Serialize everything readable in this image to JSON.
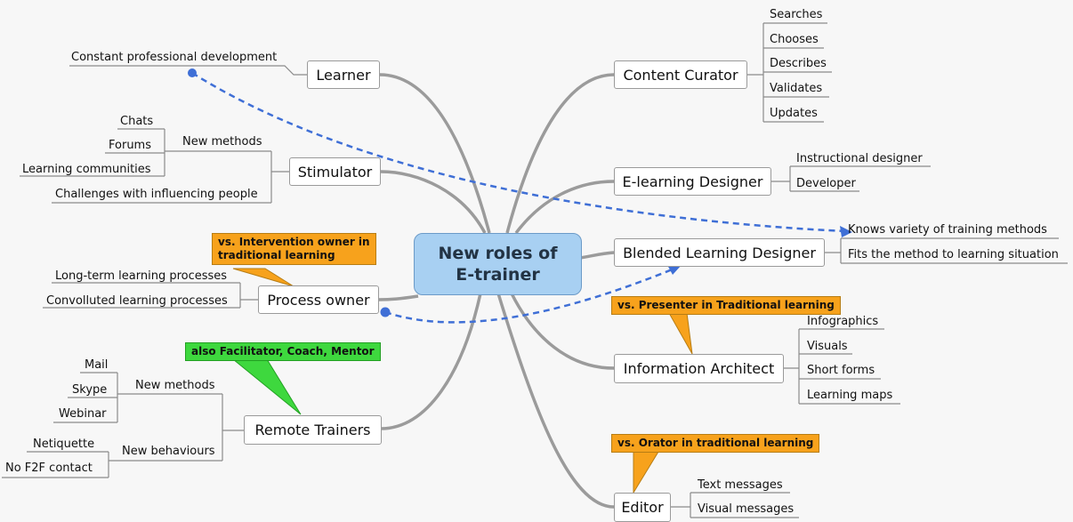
{
  "center": {
    "line1": "New roles of",
    "line2": "E-trainer"
  },
  "left_roles": {
    "learner": {
      "label": "Learner",
      "leaf": "Constant professional development"
    },
    "stimulator": {
      "label": "Stimulator",
      "group": "New methods",
      "group_items": [
        "Chats",
        "Forums",
        "Learning communities"
      ],
      "extra": "Challenges with influencing people"
    },
    "process_owner": {
      "label": "Process owner",
      "items": [
        "Long-term learning processes",
        "Convolluted learning processes"
      ],
      "callout": "vs. Intervention owner in traditional learning",
      "callout_line1": "vs. Intervention owner in",
      "callout_line2": "traditional learning"
    },
    "remote_trainers": {
      "label": "Remote Trainers",
      "callout": "also Facilitator, Coach, Mentor",
      "group1": "New methods",
      "group1_items": [
        "Mail",
        "Skype",
        "Webinar"
      ],
      "group2": "New behaviours",
      "group2_items": [
        "Netiquette",
        "No F2F contact"
      ]
    }
  },
  "right_roles": {
    "content_curator": {
      "label": "Content Curator",
      "items": [
        "Searches",
        "Chooses",
        "Describes",
        "Validates",
        "Updates"
      ]
    },
    "elearning_designer": {
      "label": "E-learning Designer",
      "items": [
        "Instructional designer",
        "Developer"
      ]
    },
    "blended_designer": {
      "label": "Blended Learning Designer",
      "items": [
        "Knows variety of training methods",
        "Fits the method to learning situation"
      ]
    },
    "information_architect": {
      "label": "Information Architect",
      "callout": "vs. Presenter in Traditional learning",
      "items": [
        "Infographics",
        "Visuals",
        "Short forms",
        "Learning maps"
      ]
    },
    "editor": {
      "label": "Editor",
      "callout": "vs. Orator in traditional learning",
      "items": [
        "Text messages",
        "Visual messages"
      ]
    }
  },
  "colors": {
    "branch": "#9b9b9b",
    "dashed_link": "#3f6fd6",
    "center_fill": "#a8d0f2",
    "callout_orange": "#f7a21c",
    "callout_green": "#3ed83e"
  }
}
